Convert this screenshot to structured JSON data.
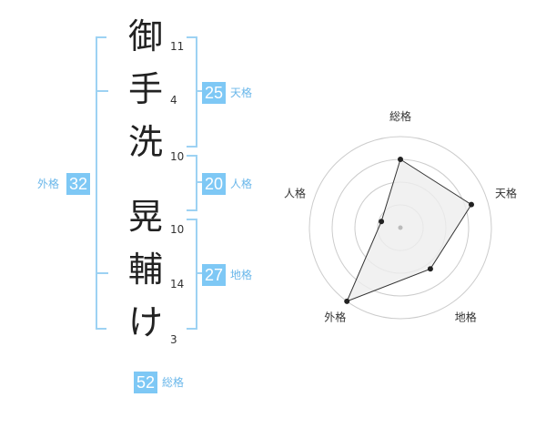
{
  "name": {
    "chars": [
      {
        "char": "御",
        "strokes": "11"
      },
      {
        "char": "手",
        "strokes": "4"
      },
      {
        "char": "洗",
        "strokes": "10"
      },
      {
        "char": "晃",
        "strokes": "10"
      },
      {
        "char": "輔",
        "strokes": "14"
      },
      {
        "char": "け",
        "strokes": "3"
      }
    ]
  },
  "scores": {
    "tenkaku": {
      "value": "25",
      "label": "天格"
    },
    "jinkaku": {
      "value": "20",
      "label": "人格"
    },
    "chikaku": {
      "value": "27",
      "label": "地格"
    },
    "gaikaku": {
      "value": "32",
      "label": "外格"
    },
    "soukaku": {
      "value": "52",
      "label": "総格"
    }
  },
  "chart_data": {
    "type": "radar",
    "axes": [
      "総格",
      "天格",
      "地格",
      "外格",
      "人格"
    ],
    "values": [
      0.75,
      0.82,
      0.56,
      1.0,
      0.22
    ],
    "rings": 4,
    "colors": {
      "fill": "#eeeeee",
      "stroke": "#333333",
      "ring": "#cccccc",
      "center": "#bbbbbb"
    }
  }
}
